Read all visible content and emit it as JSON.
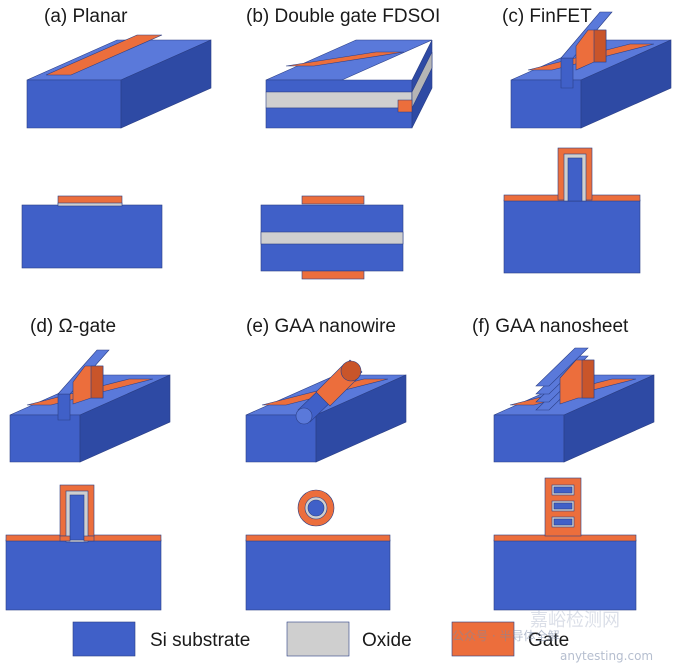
{
  "colors": {
    "silicon": "#4060c8",
    "silicon_top": "#5a79da",
    "silicon_side": "#2e4aa4",
    "gate": "#ec6e3c",
    "gate_dark": "#c9552a",
    "oxide": "#cfcfcf",
    "outline": "#2b3f86"
  },
  "panels": [
    {
      "id": "a",
      "label": "(a) Planar"
    },
    {
      "id": "b",
      "label": "(b) Double gate FDSOI"
    },
    {
      "id": "c",
      "label": "(c) FinFET"
    },
    {
      "id": "d",
      "label": "(d) Ω-gate"
    },
    {
      "id": "e",
      "label": "(e) GAA nanowire"
    },
    {
      "id": "f",
      "label": "(f) GAA nanosheet"
    }
  ],
  "legend": [
    {
      "key": "si",
      "label": "Si substrate",
      "color": "#4060c8"
    },
    {
      "key": "oxide",
      "label": "Oxide",
      "color": "#cfcfcf"
    },
    {
      "key": "gate",
      "label": "Gate",
      "color": "#ec6e3c"
    }
  ],
  "watermark": {
    "text_cn": "公众号 · 半导体全解",
    "text_main": "嘉峪检测网",
    "text_url": "anytesting.com"
  }
}
